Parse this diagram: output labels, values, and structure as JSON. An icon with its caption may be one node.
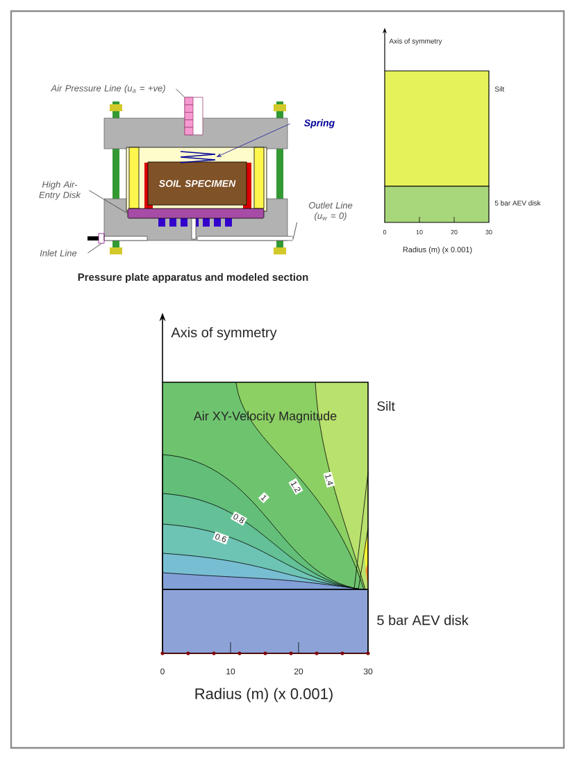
{
  "diagram": {
    "nodes": [
      {
        "text": [
          "Air Pressure Line (u$_{a}$ = +ve)"
        ]
      },
      {
        "text": [
          "Spring"
        ]
      },
      {
        "text": [
          "High Air-Entry Disk"
        ]
      },
      {
        "text": [
          "SOIL SPECIMEN"
        ]
      },
      {
        "text": [
          "Outlet Line (u$_{w}$ = 0)"
        ]
      },
      {
        "text": [
          "Inlet Line"
        ]
      },
      {
        "text": [],
        "shape": "box"
      },
      {
        "text": [],
        "shape": "spring"
      },
      {
        "text": [],
        "shape": "bar"
      },
      {
        "text": [],
        "shape": "bar"
      },
      {
        "text": [],
        "shape": "box"
      }
    ],
    "edges": [
      {
        "from": 0,
        "to": 6,
        "arrow": "none"
      },
      {
        "from": 1,
        "to": 7,
        "arrow": "to",
        "color": "#3a3aa0"
      },
      {
        "from": 2,
        "to": 8,
        "arrow": "none"
      },
      {
        "from": 4,
        "to": 9,
        "arrow": "none"
      },
      {
        "from": 5,
        "to": 10,
        "arrow": "none"
      }
    ],
    "labels": [
      "Pressure plate apparatus and modeled section",
      "Axis of symmetry",
      "Silt",
      "5 bar AEV disk",
      "0",
      "10",
      "20",
      "30",
      "Radius (m) (x 0.001)",
      "Axis of symmetry",
      "Air XY-Velocity Magnitude",
      "Silt",
      "1.2",
      "1.4",
      "1",
      "0.8",
      "0.6",
      "5 bar AEV disk",
      "0",
      "10",
      "20",
      "30",
      "Radius (m) (x 0.001)"
    ]
  }
}
